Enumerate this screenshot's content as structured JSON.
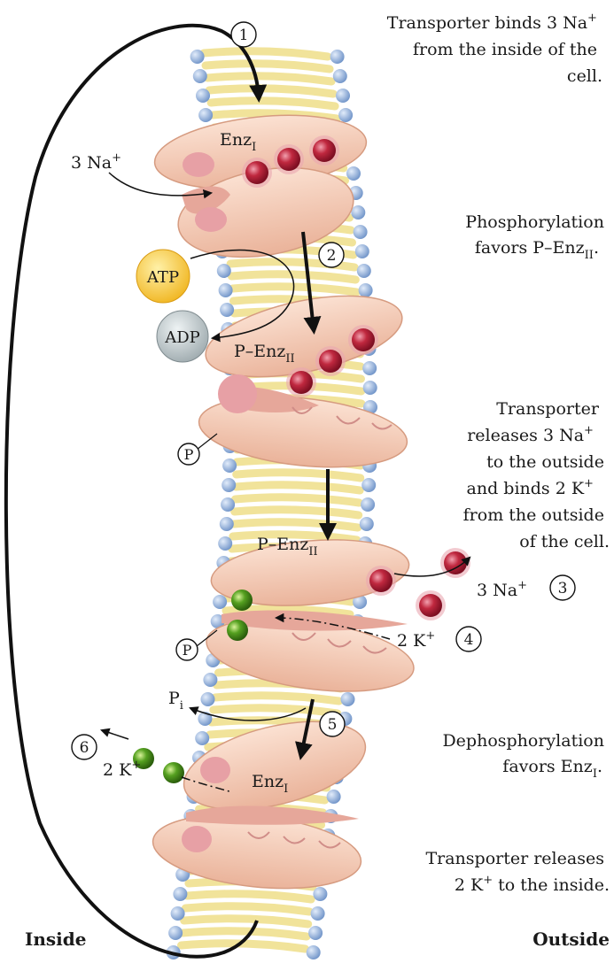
{
  "steps": [
    {
      "number": "1",
      "description": [
        "Transporter binds 3 Na",
        "+",
        "from the inside of the",
        "cell."
      ]
    },
    {
      "number": "2",
      "description": [
        "Phosphorylation",
        "favors P–Enz",
        "II",
        "."
      ]
    },
    {
      "number": "3",
      "description": [
        "Transporter",
        "releases 3 Na",
        "+",
        "to the outside",
        "and binds 2 K",
        "+",
        "from the outside",
        "of the cell."
      ]
    },
    {
      "number": "4"
    },
    {
      "number": "5",
      "description": [
        "Dephosphorylation",
        "favors Enz",
        "I",
        "."
      ]
    },
    {
      "number": "6",
      "description": [
        "Transporter releases",
        "2 K",
        "+",
        " to the inside."
      ]
    }
  ],
  "labels": {
    "na_in": {
      "text": "3 Na",
      "sup": "+"
    },
    "na_out": {
      "text": "3 Na",
      "sup": "+"
    },
    "k_out": {
      "text": "2 K",
      "sup": "+"
    },
    "k_in": {
      "text": "2 K",
      "sup": "+"
    },
    "enz1_top": {
      "text": "Enz",
      "sub": "I"
    },
    "enz2_a": {
      "text": "P–Enz",
      "sub": "II"
    },
    "enz2_b": {
      "text": "P–Enz",
      "sub": "II"
    },
    "enz1_bottom": {
      "text": "Enz",
      "sub": "I"
    },
    "atp": "ATP",
    "adp": "ADP",
    "p1": "P",
    "p2": "P",
    "pi": {
      "text": "P",
      "sub": "i"
    }
  },
  "sides": {
    "inside": "Inside",
    "outside": "Outside"
  },
  "colors": {
    "membrane": "#f1e39a",
    "lipid_head": "#8fb0dc",
    "enzyme": "#f3c9b3",
    "sodium": "#c0283f",
    "potassium": "#55a020",
    "atp": "#f5c43a",
    "adp": "#b9c3c6"
  }
}
